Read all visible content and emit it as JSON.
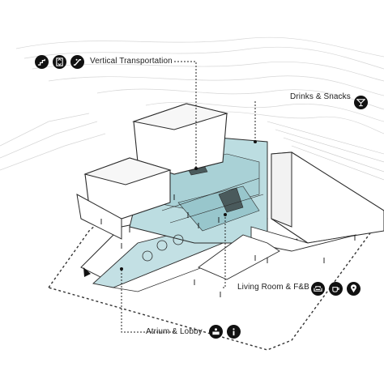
{
  "diagram": {
    "labels": {
      "vertical_transportation": "Vertical Transportation",
      "drinks_snacks": "Drinks & Snacks",
      "living_room_fb": "Living Room & F&B",
      "atrium_lobby": "Atrium & Lobby"
    },
    "icons": {
      "vertical_transportation": [
        "stairs-icon",
        "elevator-icon",
        "escalator-icon"
      ],
      "drinks_snacks": [
        "cocktail-glass-icon"
      ],
      "living_room_fb": [
        "sofa-icon",
        "coffee-cup-icon",
        "location-pin-icon"
      ],
      "atrium_lobby": [
        "reception-desk-icon",
        "info-icon"
      ]
    },
    "colors": {
      "glass": "#bcdde1",
      "glass_dark": "#8fbfc6",
      "building": "#ffffff",
      "outline": "#2a2a2a",
      "terrain": "#d9d9d9",
      "icon_bg": "#111111"
    }
  }
}
